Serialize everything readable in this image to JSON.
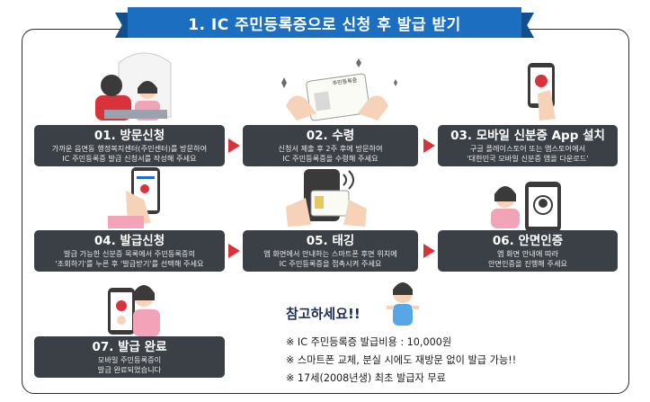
{
  "header": {
    "title": "1. IC 주민등록증으로 신청 후 발급 받기"
  },
  "steps": [
    {
      "num": "01.",
      "title": "방문신청",
      "line1": "가까운 읍면동 행정복지센터(주민센터)를 방문하여",
      "line2": "IC 주민등록증 발급 신청서를 작성해 주세요"
    },
    {
      "num": "02.",
      "title": "수령",
      "line1": "신청서 제출 후 2주 후에 방문하여",
      "line2": "IC 주민등록증을 수령해 주세요"
    },
    {
      "num": "03.",
      "title": "모바일 신분증 App 설치",
      "line1": "구글 플레이스토어 또는 앱스토어에서",
      "line2": "'대한민국 모바일 신분증 앱을 다운로드'"
    },
    {
      "num": "04.",
      "title": "발급신청",
      "line1": "발급 가능한 신분증 목록에서 주민등록증의",
      "line2": "'조회하기'를 누른 후 '발급받기'를 선택해 주세요"
    },
    {
      "num": "05.",
      "title": "태깅",
      "line1": "앱 화면에서 안내하는 스마트폰 후면 위치에",
      "line2": "IC 주민등록증을 접촉시켜 주세요"
    },
    {
      "num": "06.",
      "title": "안면인증",
      "line1": "앱 화면 안내에 따라",
      "line2": "안면인증을 진행해 주세요"
    },
    {
      "num": "07.",
      "title": "발급 완료",
      "line1": "모바일 주민등록증이",
      "line2": "발급 완료되었습니다"
    }
  ],
  "notes": {
    "title": "참고하세요!!",
    "items": [
      "※ IC 주민등록증 발급비용 : 10,000원",
      "※ 스마트폰 교체, 분실 시에도 재방문 없이 발급 가능!!",
      "※ 17세(2008년생) 최초 발급자 무료"
    ]
  },
  "illustrations": {
    "card_label": "주민등록증",
    "colors": {
      "ribbon": "#1c6fc0",
      "card": "#3b3f46",
      "arrow": "#d8323a",
      "accent_pink": "#f2a3b8"
    }
  }
}
